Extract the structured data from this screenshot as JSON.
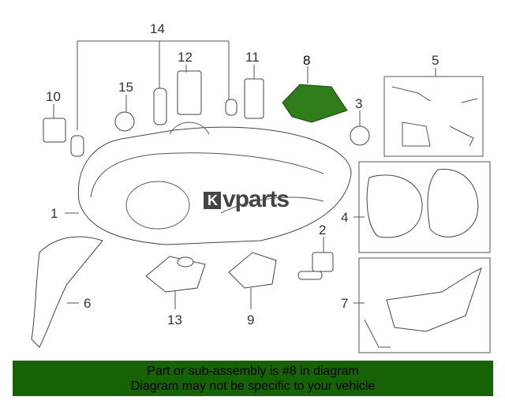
{
  "logo": {
    "mark": "K",
    "text": "vparts"
  },
  "callouts": [
    "1",
    "2",
    "3",
    "4",
    "5",
    "6",
    "7",
    "8",
    "9",
    "10",
    "11",
    "12",
    "13",
    "14",
    "15"
  ],
  "highlighted_part": "8",
  "colors": {
    "banner": "#166306",
    "highlight": "#2f7d1a"
  },
  "banner": {
    "line1": "Part or sub-assembly is #8 in diagram",
    "line2": "Diagram may not be specific to your vehicle"
  }
}
